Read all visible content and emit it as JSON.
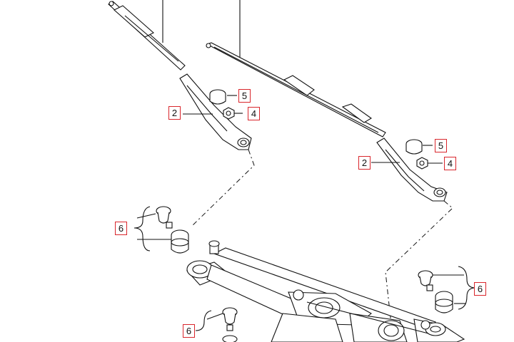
{
  "callouts": {
    "c1": "2",
    "c2": "5",
    "c3": "4",
    "c4": "2",
    "c5": "5",
    "c6": "4",
    "c7": "6",
    "c8": "6",
    "c9": "6"
  },
  "colors": {
    "callout_border": "#d9262c",
    "line": "#111111"
  }
}
